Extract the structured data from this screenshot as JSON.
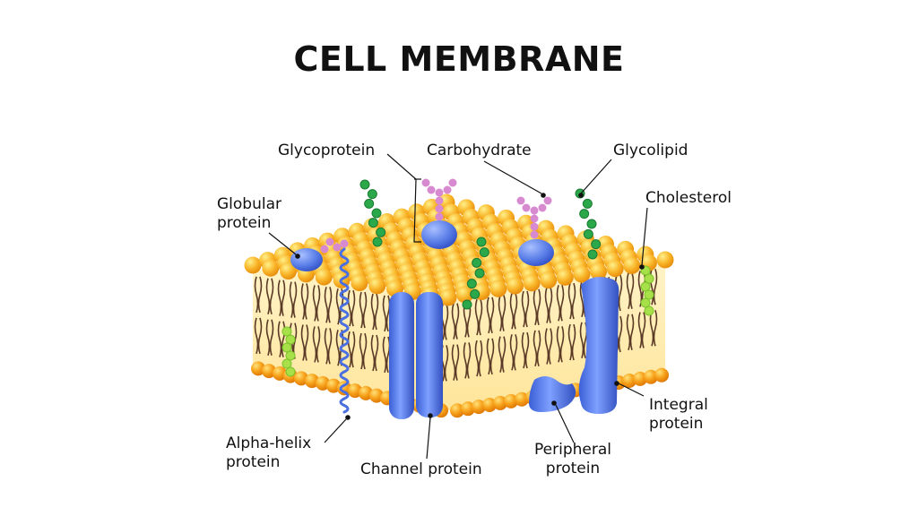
{
  "title": "CELL MEMBRANE",
  "labels": {
    "glycoprotein": "Glycoprotein",
    "carbohydrate": "Carbohydrate",
    "glycolipid": "Glycolipid",
    "globular_protein_line1": "Globular",
    "globular_protein_line2": "protein",
    "cholesterol": "Cholesterol",
    "alpha_helix_line1": "Alpha-helix",
    "alpha_helix_line2": "protein",
    "channel_protein": "Channel protein",
    "peripheral_line1": "Peripheral",
    "peripheral_line2": "protein",
    "integral_line1": "Integral",
    "integral_line2": "protein"
  },
  "colors": {
    "lipid_head": "#f7a21b",
    "lipid_head_light": "#ffd35a",
    "lipid_tail": "#5a3a26",
    "protein": "#5b7fe8",
    "protein_dark": "#3150c8",
    "carbohydrate": "#d78ad0",
    "glycolipid_chain": "#2aa84a",
    "cholesterol": "#a8e04a"
  }
}
